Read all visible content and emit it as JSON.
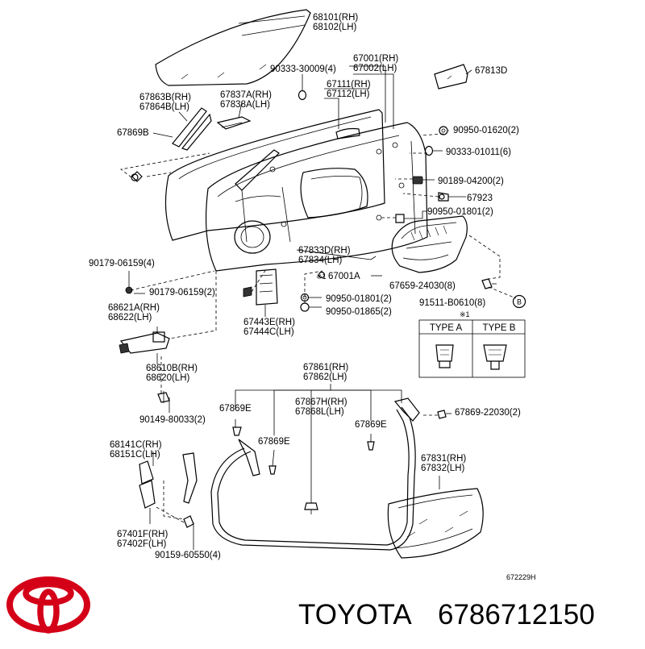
{
  "diagram": {
    "labels": [
      "68101(RH)",
      "68102(LH)",
      "67001(RH)",
      "67002(LH)",
      "90333-30009(4)",
      "67813D",
      "67837A(RH)",
      "67838A(LH)",
      "67111(RH)",
      "67112(LH)",
      "67863B(RH)",
      "67864B(LH)",
      "67869B",
      "90950-01620(2)",
      "90333-01011(6)",
      "90189-04200(2)",
      "67923",
      "90950-01801(2)",
      "90179-06159(4)",
      "67833D(RH)",
      "67834(LH)",
      "91511-B0610(8)",
      "90179-06159(2)",
      "67001A",
      "67659-24030(8)",
      "68621A(RH)",
      "68622(LH)",
      "90950-01801(2)",
      "90950-01865(2)",
      "67443E(RH)",
      "67444C(LH)",
      "68610B(RH)",
      "68620(LH)",
      "67861(RH)",
      "67862(LH)",
      "67869E",
      "67867H(RH)",
      "67868L(LH)",
      "67869-22030(2)",
      "67869E",
      "90149-80033(2)",
      "68141C(RH)",
      "68151C(LH)",
      "67869E",
      "67831(RH)",
      "67832(LH)",
      "67401F(RH)",
      "67402F(LH)",
      "90159-60550(4)",
      "672229H"
    ],
    "note_mark": "※1",
    "callout_letter": "B",
    "type_table": {
      "headers": [
        "TYPE A",
        "TYPE B"
      ]
    }
  },
  "brand": {
    "name": "TOYOTA",
    "part_number": "6786712150",
    "logo_color": "#d40018"
  }
}
